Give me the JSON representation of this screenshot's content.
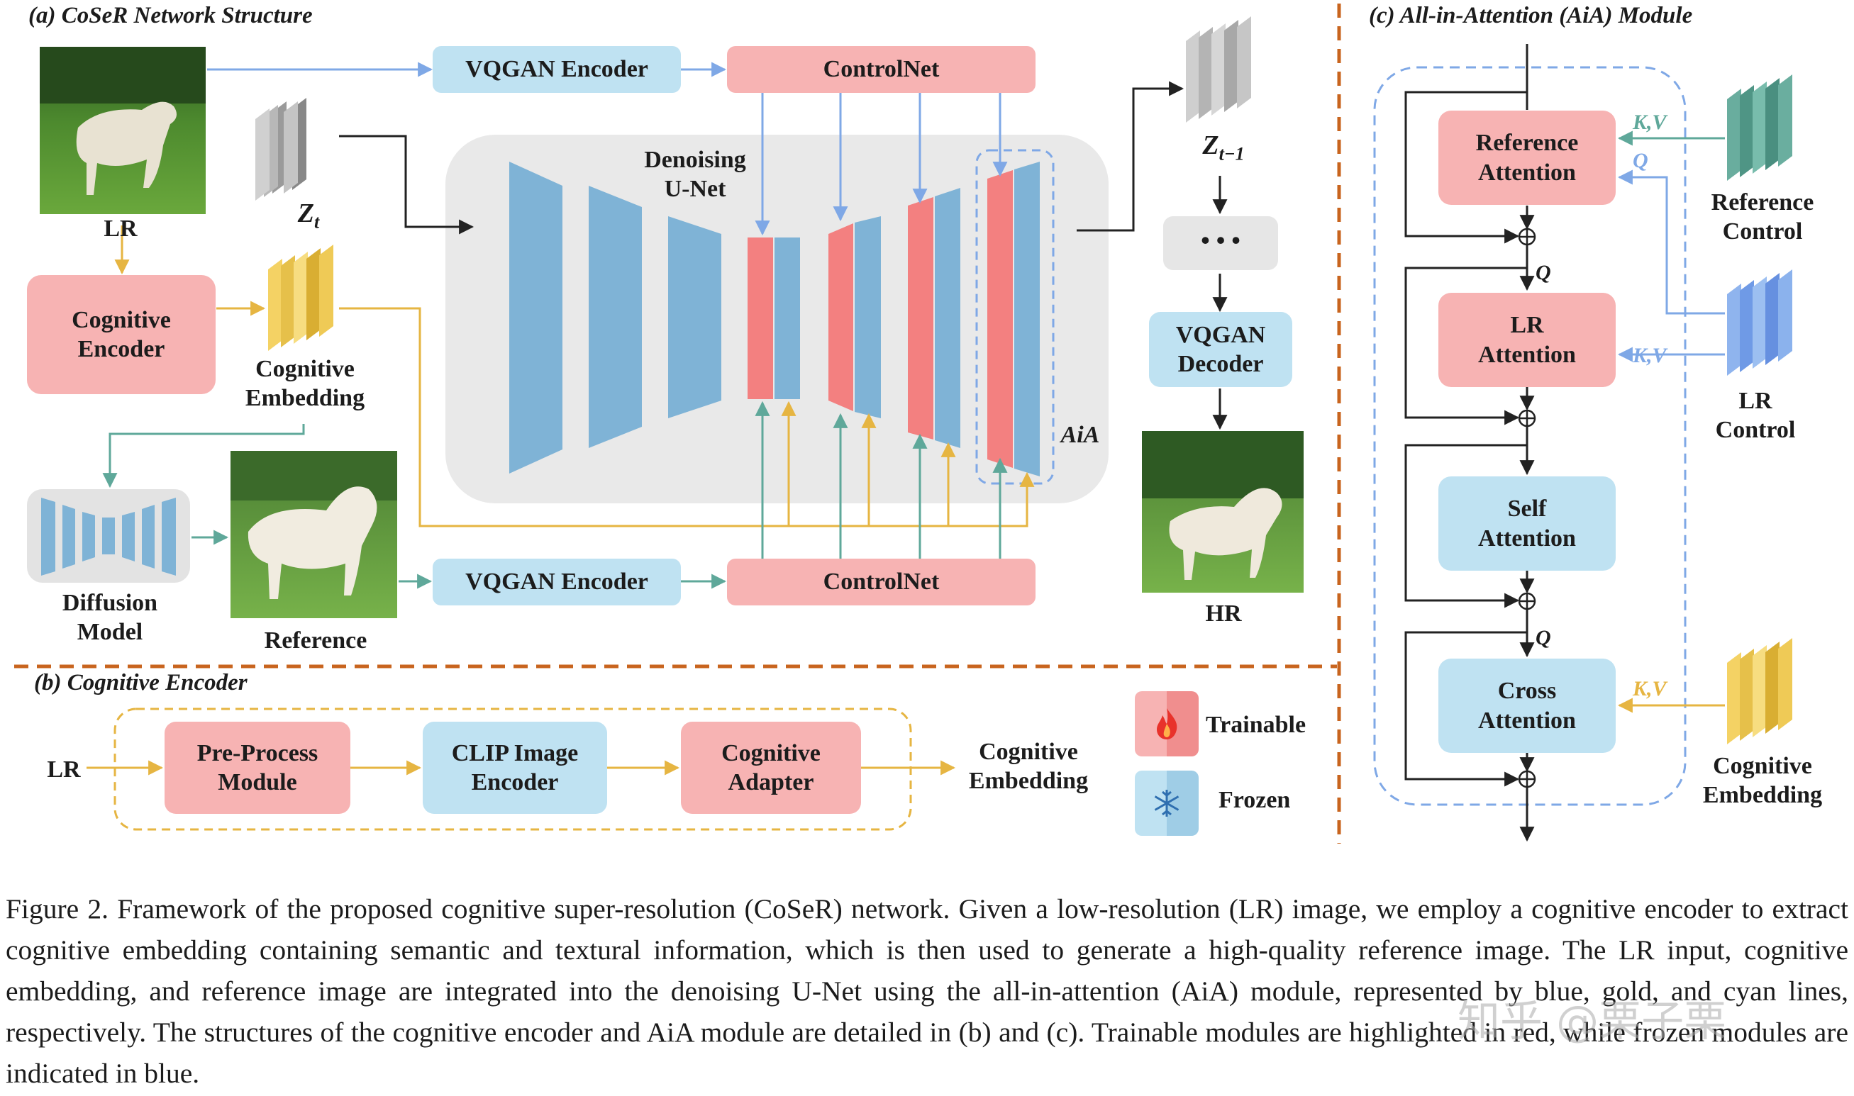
{
  "sections": {
    "a": "(a) CoSeR Network Structure",
    "b": "(b) Cognitive Encoder",
    "c": "(c) All-in-Attention (AiA) Module"
  },
  "network": {
    "lr_label": "LR",
    "zt_label": "Z",
    "zt_sub": "t",
    "zt1_label": "Z",
    "zt1_sub": "t−1",
    "vqgan_encoder_top": "VQGAN Encoder",
    "controlnet_top": "ControlNet",
    "vqgan_encoder_bottom": "VQGAN Encoder",
    "controlnet_bottom": "ControlNet",
    "cognitive_encoder": "Cognitive\nEncoder",
    "cognitive_embedding": "Cognitive\nEmbedding",
    "denoising_unet": "Denoising\nU-Net",
    "aia_label": "AiA",
    "diffusion_model": "Diffusion\nModel",
    "reference": "Reference",
    "dots": "• • •",
    "vqgan_decoder": "VQGAN\nDecoder",
    "hr_label": "HR"
  },
  "encoder": {
    "lr_label": "LR",
    "preprocess": "Pre-Process\nModule",
    "clip": "CLIP Image\nEncoder",
    "adapter": "Cognitive\nAdapter",
    "output": "Cognitive\nEmbedding"
  },
  "legend": {
    "trainable": "Trainable",
    "frozen": "Frozen",
    "trainable_icon": "flame-icon",
    "frozen_icon": "snowflake-icon"
  },
  "aia": {
    "reference_attention": "Reference\nAttention",
    "lr_attention": "LR\nAttention",
    "self_attention": "Self\nAttention",
    "cross_attention": "Cross\nAttention",
    "reference_control": "Reference\nControl",
    "lr_control": "LR\nControl",
    "cognitive_embedding": "Cognitive\nEmbedding",
    "kv_ref": "K,V",
    "q_ref": "Q",
    "q_lr": "Q",
    "kv_lr": "K,V",
    "q_cross": "Q",
    "kv_cross": "K,V"
  },
  "colors": {
    "trainable": "#f7b3b3",
    "frozen": "#bfe2f2",
    "unet_blue": "#7fb3d6",
    "unet_red": "#f38080",
    "lr_line": "#7fa8e6",
    "embedding_line": "#e6b542",
    "reference_line": "#5fa89a",
    "separator": "#c8641e"
  },
  "caption": "Figure 2. Framework of the proposed cognitive super-resolution (CoSeR) network. Given a low-resolution (LR) image, we employ a cognitive encoder to extract cognitive embedding containing semantic and textural information, which is then used to generate a high-quality reference image. The LR input, cognitive embedding, and reference image are integrated into the denoising U-Net using the all-in-attention (AiA) module, represented by blue, gold, and cyan lines, respectively. The structures of the cognitive encoder and AiA module are detailed in (b) and (c). Trainable modules are highlighted in red, while frozen modules are indicated in blue.",
  "watermark": "知乎 @栗子栗"
}
